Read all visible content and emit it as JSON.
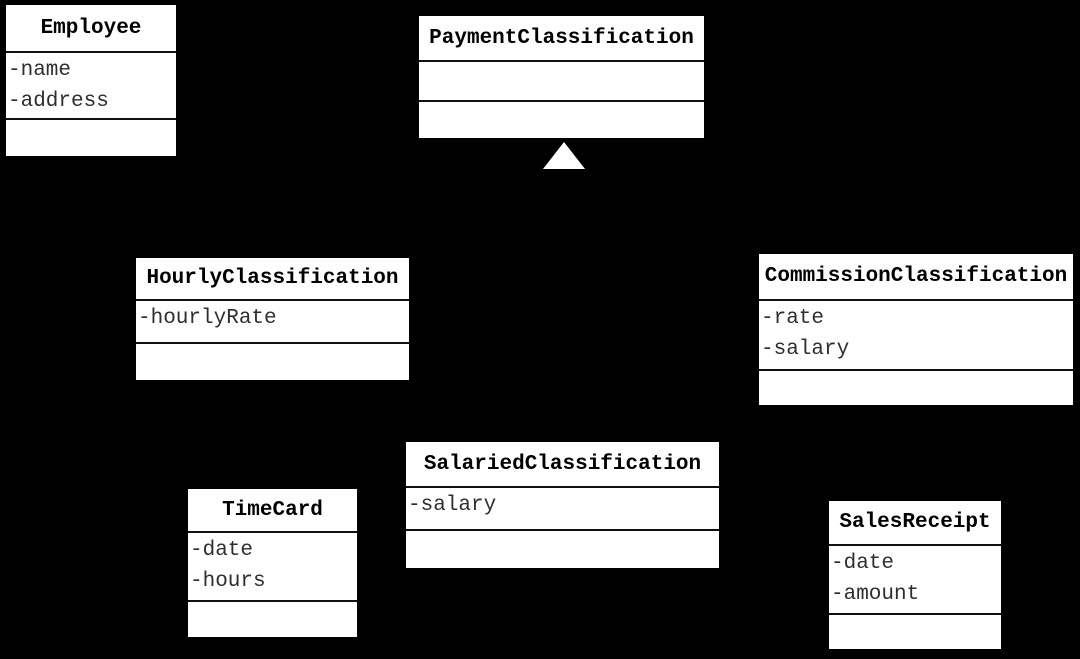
{
  "diagram": {
    "type": "uml-class-diagram",
    "colors": {
      "background": "#000000",
      "box_fill": "#ffffff",
      "box_border": "#000000",
      "title_text": "#000000",
      "attribute_text": "#2e2e2e",
      "triangle_fill": "#ffffff"
    },
    "classes": [
      {
        "name": "Employee",
        "attributes": [
          "-name",
          "-address"
        ],
        "methods": []
      },
      {
        "name": "PaymentClassification",
        "attributes": [],
        "methods": []
      },
      {
        "name": "HourlyClassification",
        "attributes": [
          "-hourlyRate"
        ],
        "methods": []
      },
      {
        "name": "CommissionClassification",
        "attributes": [
          "-rate",
          "-salary"
        ],
        "methods": []
      },
      {
        "name": "SalariedClassification",
        "attributes": [
          "-salary"
        ],
        "methods": []
      },
      {
        "name": "TimeCard",
        "attributes": [
          "-date",
          "-hours"
        ],
        "methods": []
      },
      {
        "name": "SalesReceipt",
        "attributes": [
          "-date",
          "-amount"
        ],
        "methods": []
      }
    ],
    "relationships": [
      {
        "type": "generalization",
        "marker": "hollow-triangle",
        "attached_to": "PaymentClassification"
      }
    ]
  }
}
